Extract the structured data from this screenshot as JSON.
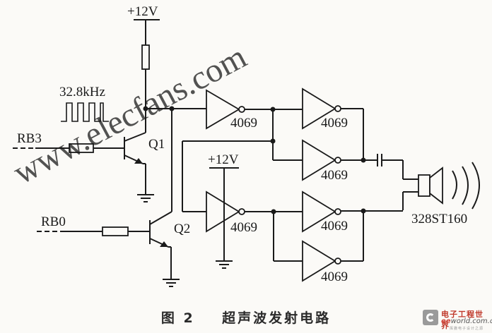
{
  "diagram": {
    "title": "超声波发射电路",
    "figure_label": "图 2",
    "supply_labels": [
      "+12V",
      "+12V"
    ],
    "signal_frequency": "32.8kHz",
    "inputs": [
      "RB3",
      "RB0"
    ],
    "transistors": [
      "Q1",
      "Q2"
    ],
    "inverter_label": "4069",
    "transducer_label": "328ST160"
  },
  "watermark": {
    "text": "www.elecfans.com",
    "color": "#f07f7f"
  },
  "logo": {
    "name_cn": "电子工程世界",
    "site_prefix": "ee",
    "site_rest": "world.com.cn",
    "tagline": "挥撒电子设计之源"
  }
}
